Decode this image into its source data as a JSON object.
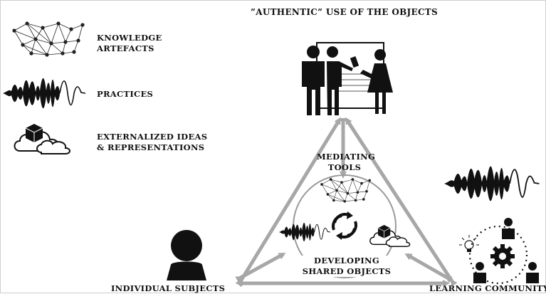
{
  "title": "”AUTHENTIC” USE OF THE OBJECTS",
  "legend": [
    {
      "icon": "network-icon",
      "label": "KNOWLEDGE\nARTEFACTS"
    },
    {
      "icon": "waveform-icon",
      "label": "PRACTICES"
    },
    {
      "icon": "cloud-cube-icon",
      "label": "EXTERNALIZED IDEAS\n& REPRESENTATIONS"
    }
  ],
  "center": {
    "mediating_tools": "MEDIATING\nTOOLS",
    "developing_shared_objects": "DEVELOPING\nSHARED OBJECTS"
  },
  "corners": {
    "left": "INDIVIDUAL SUBJECTS",
    "right": "LEARNING COMMUNITY"
  },
  "colors": {
    "arrow": "#a7a7a7",
    "icon": "#111111"
  }
}
